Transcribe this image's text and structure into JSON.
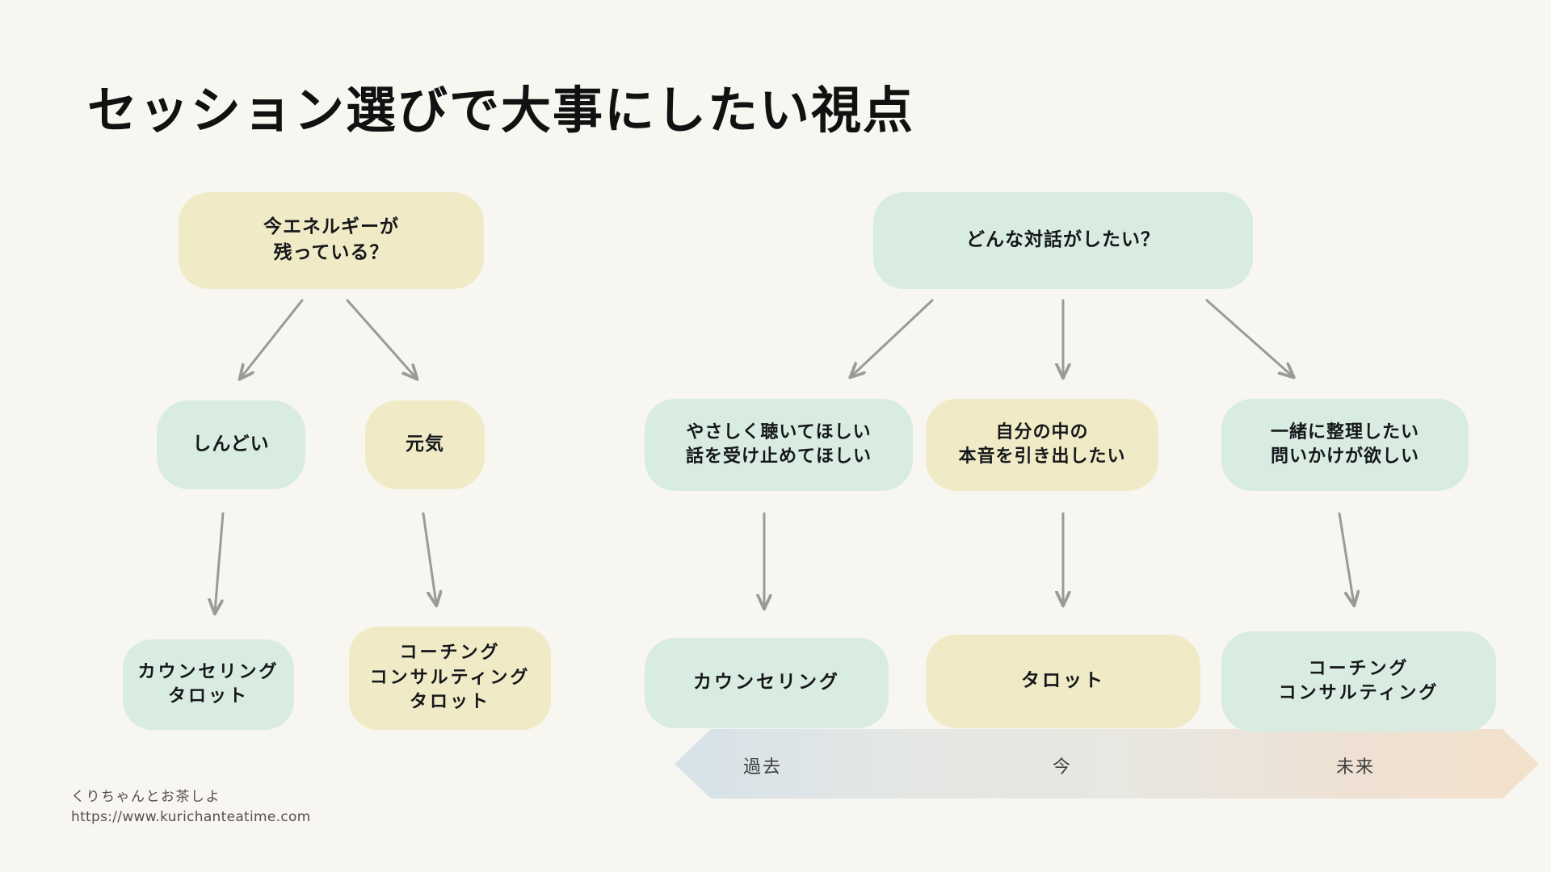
{
  "page": {
    "title": "セッション選びで大事にしたい視点",
    "background_color": "#f7f6f1",
    "palette": {
      "mint": "#d9ece2",
      "cream": "#f0ebc6",
      "arrow": "#9a9a97",
      "text": "#15171a",
      "timeline_start": "#d6e2e8",
      "timeline_mid": "#e7e7e3",
      "timeline_end": "#f2e0cc"
    }
  },
  "left_branch": {
    "root": {
      "label": "今エネルギーが\n残っている？",
      "color": "cream"
    },
    "middle": [
      {
        "label": "しんどい",
        "color": "mint"
      },
      {
        "label": "元気",
        "color": "cream"
      }
    ],
    "leaves": [
      {
        "label": "カウンセリング\nタロット",
        "color": "mint"
      },
      {
        "label": "コーチング\nコンサルティング\nタロット",
        "color": "cream"
      }
    ]
  },
  "right_branch": {
    "root": {
      "label": "どんな対話がしたい？",
      "color": "mint"
    },
    "middle": [
      {
        "label": "やさしく聴いてほしい\n話を受け止めてほしい",
        "color": "mint"
      },
      {
        "label": "自分の中の\n本音を引き出したい",
        "color": "cream"
      },
      {
        "label": "一緒に整理したい\n問いかけが欲しい",
        "color": "mint"
      }
    ],
    "leaves": [
      {
        "label": "カウンセリング",
        "color": "mint"
      },
      {
        "label": "タロット",
        "color": "cream"
      },
      {
        "label": "コーチング\nコンサルティング",
        "color": "mint"
      }
    ]
  },
  "timeline": {
    "labels": [
      "過去",
      "今",
      "未来"
    ]
  },
  "footer": {
    "name": "くりちゃんとお茶しよ",
    "url": "https://www.kurichanteatime.com"
  }
}
